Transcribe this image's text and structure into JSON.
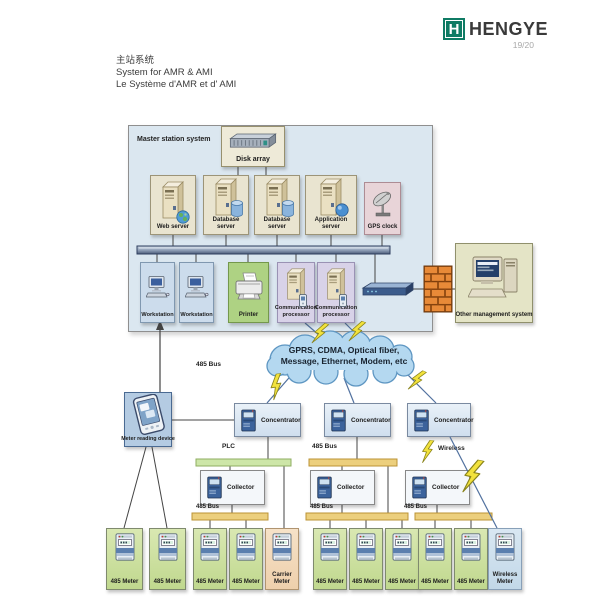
{
  "page": {
    "brand": "HENGYE",
    "page_number": "19/20"
  },
  "title": {
    "zh": "主站系统",
    "en": "System for AMR & AMI",
    "fr": "Le Système d'AMR et d' AMI"
  },
  "master_station": {
    "label": "Master station system",
    "disk_array_label": "Disk array",
    "servers": [
      {
        "label": "Web server"
      },
      {
        "label": "Database server"
      },
      {
        "label": "Database server"
      },
      {
        "label": "Application server"
      }
    ],
    "gps_clock_label": "GPS clock",
    "workstations": [
      {
        "label": "Workstation"
      },
      {
        "label": "Workstation"
      }
    ],
    "printer_label": "Printer",
    "comm_processors": [
      {
        "label": "Communication processor"
      },
      {
        "label": "Communication processor"
      }
    ]
  },
  "other_system_label": "Other management system",
  "cloud": {
    "line1": "GPRS, CDMA, Optical fiber,",
    "line2": "Message, Ethernet, Modem, etc"
  },
  "links": {
    "bus485_upper": "485 Bus",
    "plc": "PLC",
    "bus485_mid": "485 Bus",
    "wireless": "Wireless",
    "bus485_low": [
      "485 Bus",
      "485 Bus",
      "485 Bus"
    ]
  },
  "meter_reading_device_label": "Meter reading device",
  "concentrators": [
    {
      "label": "Concentrator"
    },
    {
      "label": "Concentrator"
    },
    {
      "label": "Concentrator"
    }
  ],
  "collectors": [
    {
      "label": "Collector"
    },
    {
      "label": "Collector"
    },
    {
      "label": "Collector"
    }
  ],
  "meters": [
    {
      "label": "485 Meter",
      "type": "485"
    },
    {
      "label": "485 Meter",
      "type": "485"
    },
    {
      "label": "485 Meter",
      "type": "485"
    },
    {
      "label": "485 Meter",
      "type": "485"
    },
    {
      "label": "Carrier Meter",
      "type": "carrier"
    },
    {
      "label": "485 Meter",
      "type": "485"
    },
    {
      "label": "485 Meter",
      "type": "485"
    },
    {
      "label": "485 Meter",
      "type": "485"
    },
    {
      "label": "485 Meter",
      "type": "485"
    },
    {
      "label": "485 Meter",
      "type": "485"
    },
    {
      "label": "Wireless Meter",
      "type": "wireless"
    }
  ],
  "colors": {
    "brand_green": "#0f7b64",
    "master_bg": "#dbe7f0",
    "cloud_fill": "#b4d8f0",
    "cloud_stroke": "#5e96c2",
    "lightning_yellow": "#f2e23c",
    "meter_green": "#cbdf9e",
    "carrier_tan": "#f2dcc2",
    "wireless_blue": "#cfe1ee",
    "plc_bar_green": "#cde6a8",
    "bus_bar_yellow": "#eccf7d"
  }
}
